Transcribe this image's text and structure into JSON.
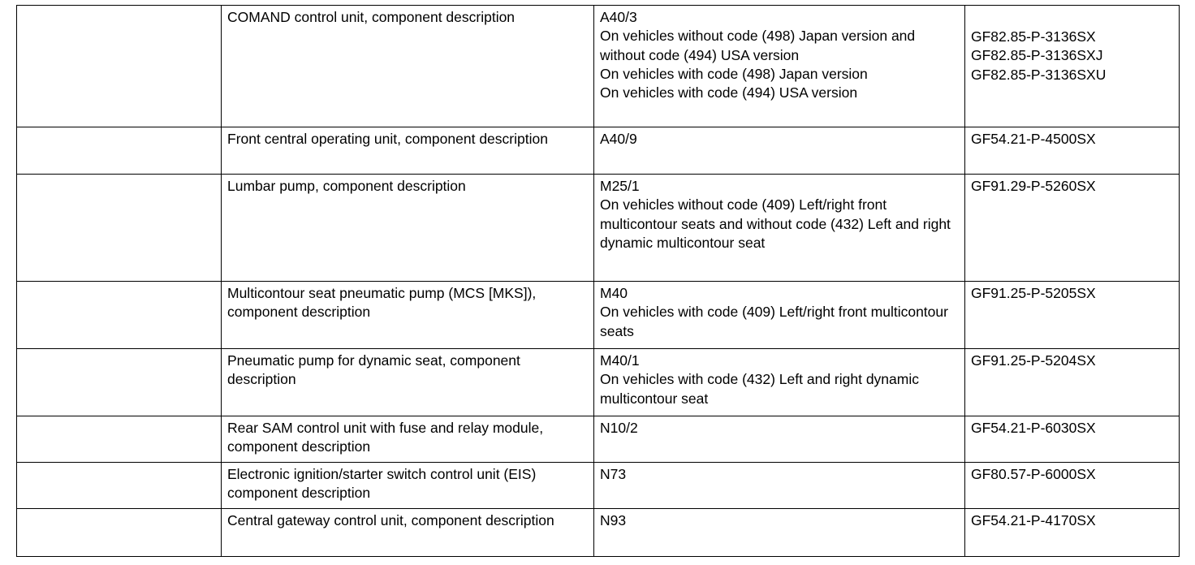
{
  "table": {
    "columns": [
      {
        "key": "blank",
        "header": ""
      },
      {
        "key": "description",
        "header": ""
      },
      {
        "key": "designation",
        "header": ""
      },
      {
        "key": "document_number",
        "header": ""
      }
    ],
    "rows": [
      {
        "blank": "",
        "description": "COMAND control unit, component description",
        "designation_lines": [
          "A40/3",
          "On vehicles without code (498) Japan version and without code (494) USA version",
          "On vehicles with code (498) Japan version",
          "On vehicles with code (494) USA version"
        ],
        "document_lines": [
          "",
          "GF82.85-P-3136SX",
          "GF82.85-P-3136SXJ",
          "GF82.85-P-3136SXU"
        ]
      },
      {
        "blank": "",
        "description": "Front central operating unit, component description",
        "designation_lines": [
          "A40/9"
        ],
        "document_lines": [
          "GF54.21-P-4500SX"
        ]
      },
      {
        "blank": "",
        "description": "Lumbar pump, component description",
        "designation_lines": [
          "M25/1",
          "On vehicles without code (409) Left/right front multicontour seats and without code (432) Left and right dynamic multicontour seat"
        ],
        "document_lines": [
          "GF91.29-P-5260SX"
        ]
      },
      {
        "blank": "",
        "description": "Multicontour seat pneumatic pump (MCS [MKS]), component description",
        "designation_lines": [
          "M40",
          "On vehicles with code (409) Left/right front multicontour seats"
        ],
        "document_lines": [
          "GF91.25-P-5205SX"
        ]
      },
      {
        "blank": "",
        "description": "Pneumatic pump for dynamic seat, component description",
        "designation_lines": [
          "M40/1",
          "On vehicles with code (432) Left and right dynamic multicontour seat"
        ],
        "document_lines": [
          "GF91.25-P-5204SX"
        ]
      },
      {
        "blank": "",
        "description": "Rear SAM control unit with fuse and relay module, component description",
        "designation_lines": [
          "N10/2"
        ],
        "document_lines": [
          "GF54.21-P-6030SX"
        ]
      },
      {
        "blank": "",
        "description": "Electronic ignition/starter switch control unit (EIS) component description",
        "designation_lines": [
          "N73"
        ],
        "document_lines": [
          "GF80.57-P-6000SX"
        ]
      },
      {
        "blank": "",
        "description": "Central gateway control unit, component description",
        "designation_lines": [
          "N93"
        ],
        "document_lines": [
          "GF54.21-P-4170SX"
        ]
      }
    ]
  },
  "style": {
    "border_color": "#000000",
    "text_color": "#000000",
    "background": "#ffffff"
  }
}
